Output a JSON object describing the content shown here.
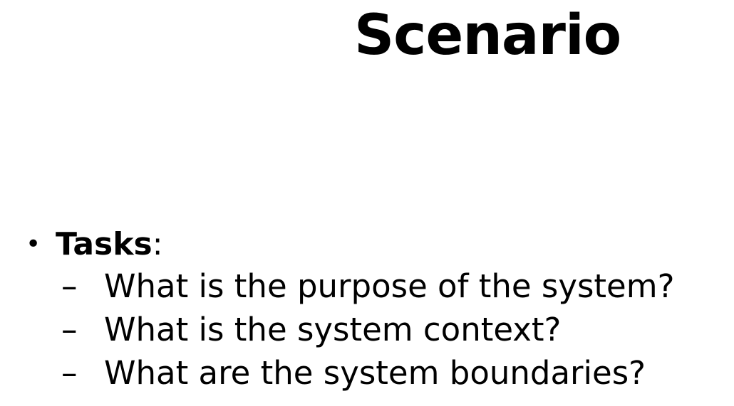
{
  "slide": {
    "title": "Scenario",
    "bullet": {
      "marker": "•",
      "label": "Tasks",
      "suffix": ":"
    },
    "subitems": [
      {
        "marker": "–",
        "text": "What is the purpose of the system?"
      },
      {
        "marker": "–",
        "text": "What is the system context?"
      },
      {
        "marker": "–",
        "text": "What are the system boundaries?"
      }
    ]
  }
}
